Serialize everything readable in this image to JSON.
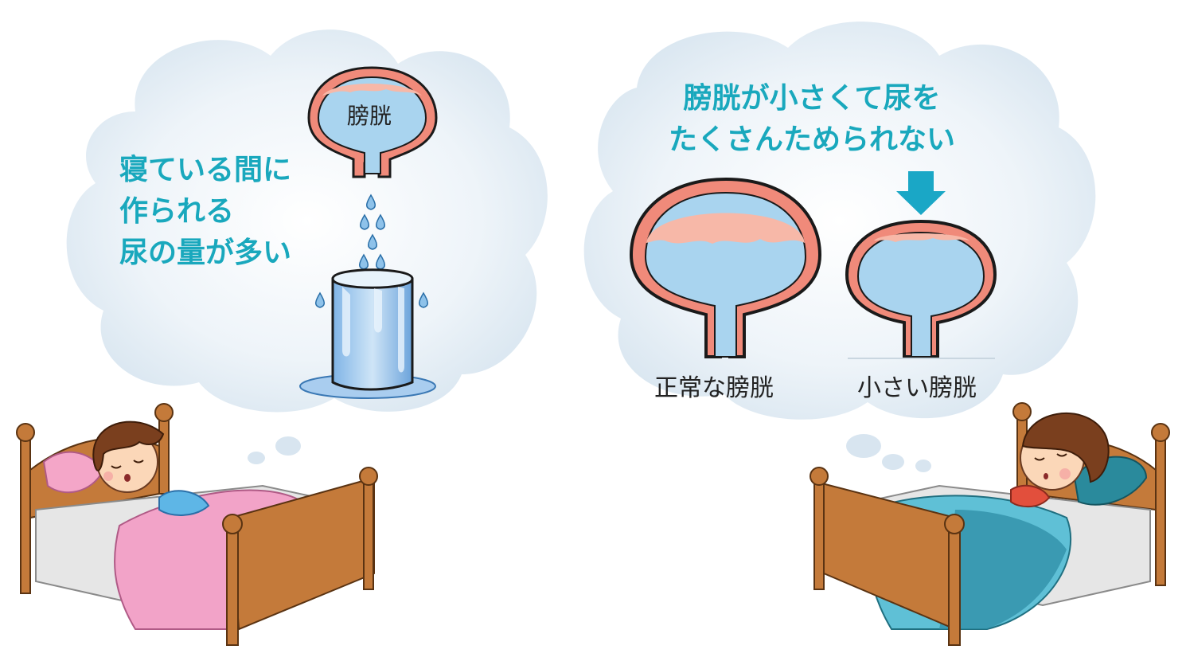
{
  "left_bubble": {
    "lines": [
      "寝ている間に",
      "作られる",
      "尿の量が多い"
    ],
    "bladder_label": "膀胱"
  },
  "right_bubble": {
    "lines": [
      "膀胱が小さくて尿を",
      "たくさんためられない"
    ],
    "normal_label": "正常な膀胱",
    "small_label": "小さい膀胱"
  },
  "colors": {
    "accent_text": "#19a8bd",
    "arrow": "#1aa7c6",
    "bladder_wall": "#f08a7a",
    "bladder_inner": "#f7b8a8",
    "urine": "#a9d4ef",
    "bubble": "#dde8f1",
    "bed_wood": "#c47a3a",
    "girl_blanket": "#f2a3c8",
    "boy_blanket": "#2d8ea6"
  }
}
